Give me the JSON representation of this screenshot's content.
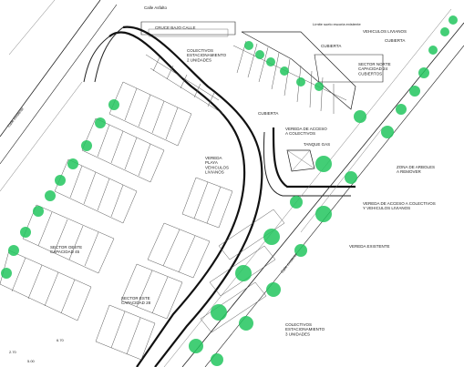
{
  "colors": {
    "vegetation": "#22c55e",
    "line": "#222222",
    "background": "#ffffff"
  },
  "labels": {
    "calle_asfalto": "Calle Asfalto",
    "cruce_bajo_calle": "CRUCE BAJO CALLE",
    "limite_suelo": "Límite suelo escoria existente",
    "vehiculos_livianos_top": "VEHICULOS LIVIANOS",
    "cubierta_top": "CUBIERTA",
    "cubierta_right": "CUBIERTA",
    "cubierta_mid": "CUBIERTA",
    "colectivos_top": "COLECTIVOS\nESTACIONAMIENTO\n2 UNIDADES",
    "sector_norte": "SECTOR NORTE\nCAPACIDAD 24\nCUBIERTOS",
    "vereda_acceso_colectivos": "VEREDA DE ACCESO\nA COLECTIVOS",
    "tanque_gas": "TANQUE GAS",
    "vereda_playa": "VEREDA\nPLAYA\nVEHICULOS\nLIVIANOS",
    "zona_arboles": "ZONA DE ARBOLES\nA REMOVER",
    "vereda_acceso_colectivos_livianos": "VEREDA DE ACCESO A COLECTIVOS\nY VEHICULOS LIVIANOS",
    "vereda_existente": "VEREDA EXISTENTE",
    "sector_oeste": "SECTOR OESTE\nCAPACIDAD 45",
    "sector_este": "SECTOR ESTE\nCAPACIDAD 28",
    "colectivos_bottom": "COLECTIVOS\nESTACIONAMIENTO\n3 UNIDADES",
    "calle_existente": "Calle existente",
    "calle_existente_2": "Calle existente",
    "dim_1": "2.70",
    "dim_2": "6.70",
    "dim_3": "5.00"
  }
}
